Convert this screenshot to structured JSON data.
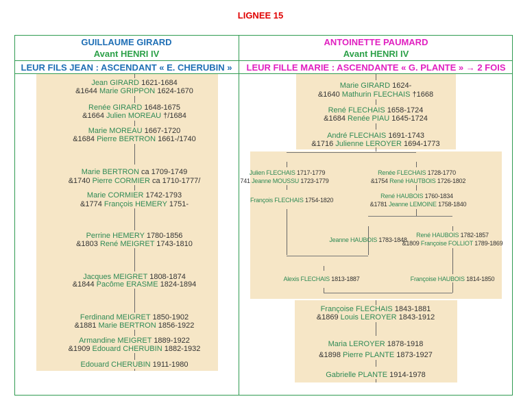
{
  "title": "LIGNEE 15",
  "colors": {
    "title": "#e00000",
    "blue": "#1f6fb5",
    "green": "#2ca048",
    "magenta": "#e020c0",
    "name": "#2f8a55"
  },
  "left": {
    "ancestor": "GUILLAUME GIRARD",
    "era": "Avant HENRI IV",
    "lineage": "LEUR FILS JEAN : ASCENDANT « E. CHERUBIN »",
    "lines": [
      {
        "pre": "",
        "name": "Jean GIRARD",
        "dates": "1621-1684"
      },
      {
        "pre": "&1644",
        "name": "Marie GRIPPON",
        "dates": "1624-1670"
      },
      {
        "pre": "",
        "name": "Renée GIRARD",
        "dates": "1648-1675"
      },
      {
        "pre": "&1664",
        "name": "Julien MOREAU",
        "dates": "†/1684"
      },
      {
        "pre": "",
        "name": "Marie MOREAU",
        "dates": "1667-1720"
      },
      {
        "pre": "&1684",
        "name": "Pierre BERTRON",
        "dates": "1661-/1740"
      },
      {
        "pre": "",
        "name": "Marie BERTRON",
        "dates": "ca 1709-1749"
      },
      {
        "pre": "&1740",
        "name": "Pierre CORMIER",
        "dates": "ca 1710-1777/"
      },
      {
        "pre": "",
        "name": "Marie CORMIER",
        "dates": "1742-1793"
      },
      {
        "pre": "&1774",
        "name": "François HEMERY",
        "dates": "1751-"
      },
      {
        "pre": "",
        "name": "Perrine HEMERY",
        "dates": "1780-1856"
      },
      {
        "pre": "&1803",
        "name": "René MEIGRET",
        "dates": "1743-1810"
      },
      {
        "pre": "",
        "name": "Jacques MEIGRET",
        "dates": "1808-1874"
      },
      {
        "pre": "&1844",
        "name": "Pacôme ERASME",
        "dates": "1824-1894"
      },
      {
        "pre": "",
        "name": "Ferdinand MEIGRET",
        "dates": "1850-1902"
      },
      {
        "pre": "&1881",
        "name": "Marie BERTRON",
        "dates": "1856-1922"
      },
      {
        "pre": "",
        "name": "Armandine MEIGRET",
        "dates": "1889-1922"
      },
      {
        "pre": "&1909",
        "name": "Edouard CHERUBIN",
        "dates": "1882-1932"
      },
      {
        "pre": "",
        "name": "Edouard CHERUBIN",
        "dates": "1911-1980"
      }
    ]
  },
  "right": {
    "ancestor": "ANTOINETTE PAUMARD",
    "era": "Avant HENRI IV",
    "lineage": "LEUR FILLE MARIE : ASCENDANTE « G. PLANTE » → 2 FOIS",
    "top_lines": [
      {
        "pre": "",
        "name": "Marie GIRARD",
        "dates": "1624-"
      },
      {
        "pre": "&1640",
        "name": "Mathurin FLECHAIS",
        "dates": "†1668"
      },
      {
        "pre": "",
        "name": "René FLECHAIS",
        "dates": "1658-1724"
      },
      {
        "pre": "&1684",
        "name": "Renée PIAU",
        "dates": "1645-1724"
      },
      {
        "pre": "",
        "name": "André FLECHAIS",
        "dates": "1691-1743"
      },
      {
        "pre": "&1716",
        "name": "Julienne LEROYER",
        "dates": "1694-1773"
      }
    ],
    "middle_lines": [
      {
        "pre": "",
        "name": "Julien FLECHAIS",
        "dates": "1717-1779"
      },
      {
        "pre": "741",
        "name": "Jeanne MOUSSU",
        "dates": "1723-1779"
      },
      {
        "pre": "",
        "name": "François FLECHAIS",
        "dates": "1754-1820"
      },
      {
        "pre": "",
        "name": "Renée FLECHAIS",
        "dates": "1728-1770"
      },
      {
        "pre": "&1754",
        "name": "René HAUTBOIS",
        "dates": "1726-1802"
      },
      {
        "pre": "",
        "name": "René HAUBOIS",
        "dates": "1760-1834"
      },
      {
        "pre": "&1781",
        "name": "Jeanne LEMOINE",
        "dates": "1758-1840"
      },
      {
        "pre": "",
        "name": "Jeanne HAUBOIS",
        "dates": "1783-1848"
      },
      {
        "pre": "",
        "name": "René HAUBOIS",
        "dates": "1782-1857"
      },
      {
        "pre": "&1809",
        "name": "Françoise FOLLIOT",
        "dates": "1789-1869"
      },
      {
        "pre": "",
        "name": "Alexis FLECHAIS",
        "dates": "1813-1887"
      },
      {
        "pre": "",
        "name": "Françoise HAUBOIS",
        "dates": "1814-1850"
      }
    ],
    "bottom_lines": [
      {
        "pre": "",
        "name": "Françoise FLECHAIS",
        "dates": "1843-1881"
      },
      {
        "pre": "&1869",
        "name": "Louis LEROYER",
        "dates": "1843-1912"
      },
      {
        "pre": "",
        "name": "Maria LEROYER",
        "dates": "1878-1918"
      },
      {
        "pre": "&1898",
        "name": "Pierre PLANTE",
        "dates": "1873-1927"
      },
      {
        "pre": "",
        "name": "Gabrielle PLANTE",
        "dates": "1914-1978"
      }
    ]
  }
}
